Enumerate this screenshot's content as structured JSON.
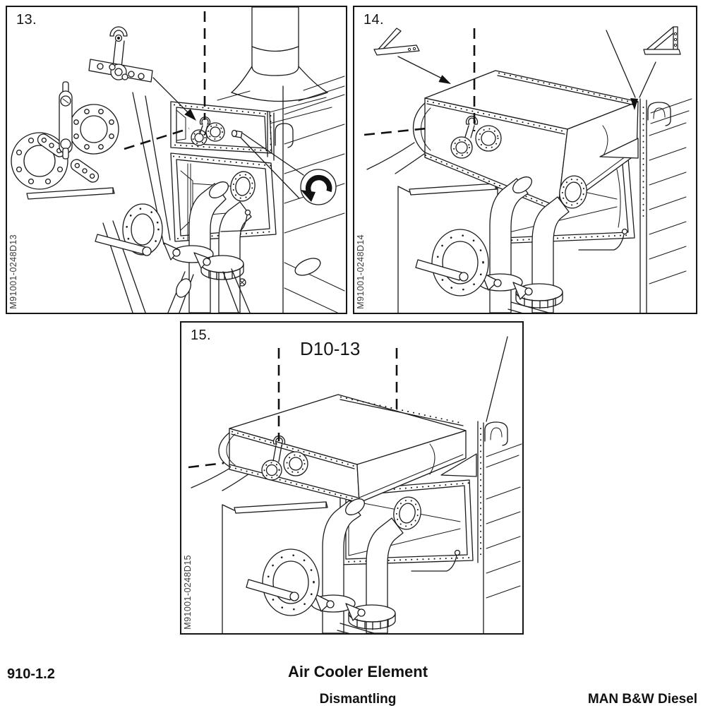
{
  "colors": {
    "ink": "#1a1a1a",
    "code_text": "#3a3a3a",
    "background": "#ffffff"
  },
  "figures": [
    {
      "number": "13.",
      "code": "M91001-0248D13"
    },
    {
      "number": "14.",
      "code": "M91001-0248D14"
    },
    {
      "number": "15.",
      "code": "M91001-0248D15",
      "callout": "D10-13"
    }
  ],
  "footer": {
    "section_number": "910-1.2",
    "title": "Air Cooler Element",
    "subtitle": "Dismantling",
    "company": "MAN B&W Diesel"
  }
}
